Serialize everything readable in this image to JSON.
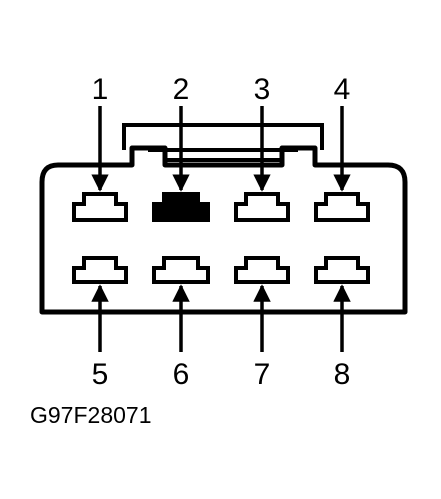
{
  "connector": {
    "top_pins": [
      {
        "label": "1",
        "filled": false
      },
      {
        "label": "2",
        "filled": true
      },
      {
        "label": "3",
        "filled": false
      },
      {
        "label": "4",
        "filled": false
      }
    ],
    "bottom_pins": [
      {
        "label": "5",
        "filled": false
      },
      {
        "label": "6",
        "filled": false
      },
      {
        "label": "7",
        "filled": false
      },
      {
        "label": "8",
        "filled": false
      }
    ]
  },
  "figure_id": "G97F28071",
  "colors": {
    "line": "#000000",
    "background": "#ffffff"
  }
}
